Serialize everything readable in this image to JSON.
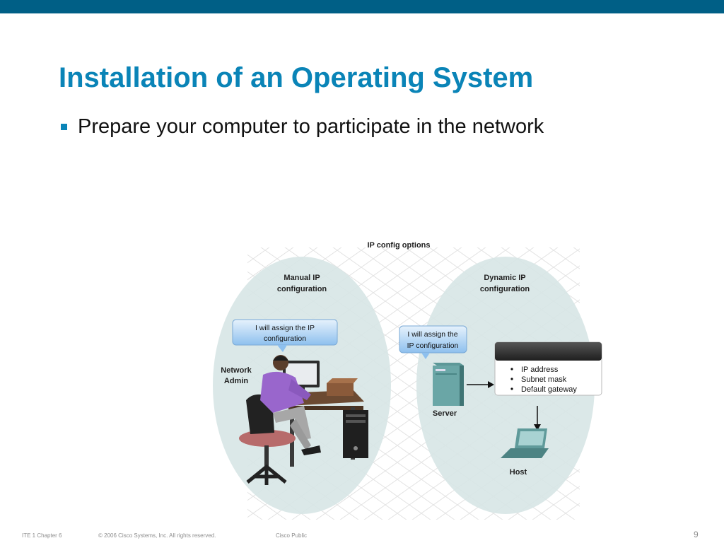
{
  "slide": {
    "title": "Installation of an Operating System",
    "bullet": "Prepare your computer to participate in the network"
  },
  "diagram": {
    "heading": "IP config options",
    "manual_label_1": "Manual IP",
    "manual_label_2": "configuration",
    "dynamic_label_1": "Dynamic IP",
    "dynamic_label_2": "configuration",
    "admin_bubble_1": "I will assign the IP",
    "admin_bubble_2": "configuration",
    "server_bubble_1": "I will assign the",
    "server_bubble_2": "IP configuration",
    "admin_label_1": "Network",
    "admin_label_2": "Admin",
    "server_label": "Server",
    "host_label": "Host",
    "config_items": [
      "IP address",
      "Subnet mask",
      "Default gateway"
    ]
  },
  "footer": {
    "course": "ITE 1 Chapter 6",
    "copyright": "© 2006 Cisco Systems, Inc. All rights reserved.",
    "classification": "Cisco Public",
    "page": "9"
  },
  "colors": {
    "brand_bar": "#005f86",
    "title": "#0a84b7",
    "ellipse": "#d7e6e6",
    "bubble": "#aacdf0"
  }
}
